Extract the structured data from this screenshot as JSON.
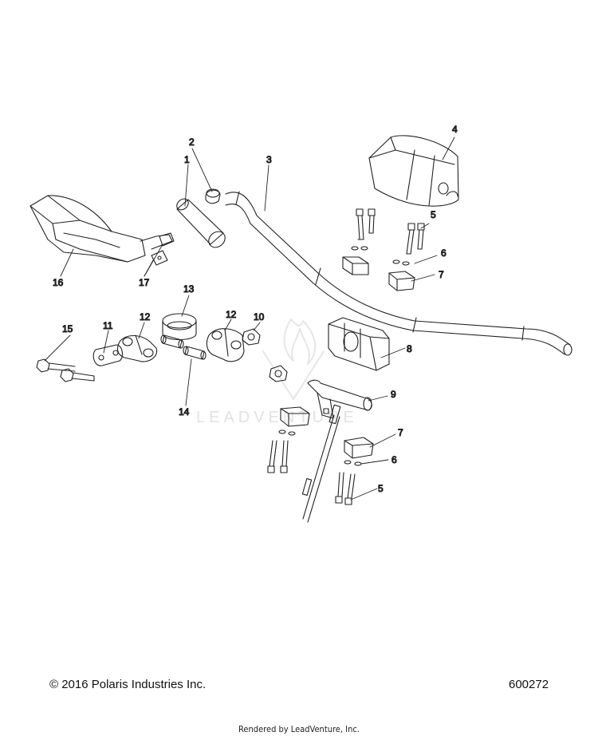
{
  "watermark": "LEADVENTURE",
  "footer": {
    "copyright": "© 2016 Polaris Industries Inc.",
    "document_number": "600272",
    "rendered_by": "Rendered by LeadVenture, Inc."
  },
  "callouts": [
    {
      "id": "c1",
      "label": "1"
    },
    {
      "id": "c2",
      "label": "2"
    },
    {
      "id": "c3",
      "label": "3"
    },
    {
      "id": "c4",
      "label": "4"
    },
    {
      "id": "c5a",
      "label": "5"
    },
    {
      "id": "c6a",
      "label": "6"
    },
    {
      "id": "c7a",
      "label": "7"
    },
    {
      "id": "c8",
      "label": "8"
    },
    {
      "id": "c9",
      "label": "9"
    },
    {
      "id": "c7b",
      "label": "7"
    },
    {
      "id": "c6b",
      "label": "6"
    },
    {
      "id": "c5b",
      "label": "5"
    },
    {
      "id": "c10",
      "label": "10"
    },
    {
      "id": "c11",
      "label": "11"
    },
    {
      "id": "c12a",
      "label": "12"
    },
    {
      "id": "c12b",
      "label": "12"
    },
    {
      "id": "c13",
      "label": "13"
    },
    {
      "id": "c14",
      "label": "14"
    },
    {
      "id": "c15",
      "label": "15"
    },
    {
      "id": "c16",
      "label": "16"
    },
    {
      "id": "c17",
      "label": "17"
    }
  ]
}
